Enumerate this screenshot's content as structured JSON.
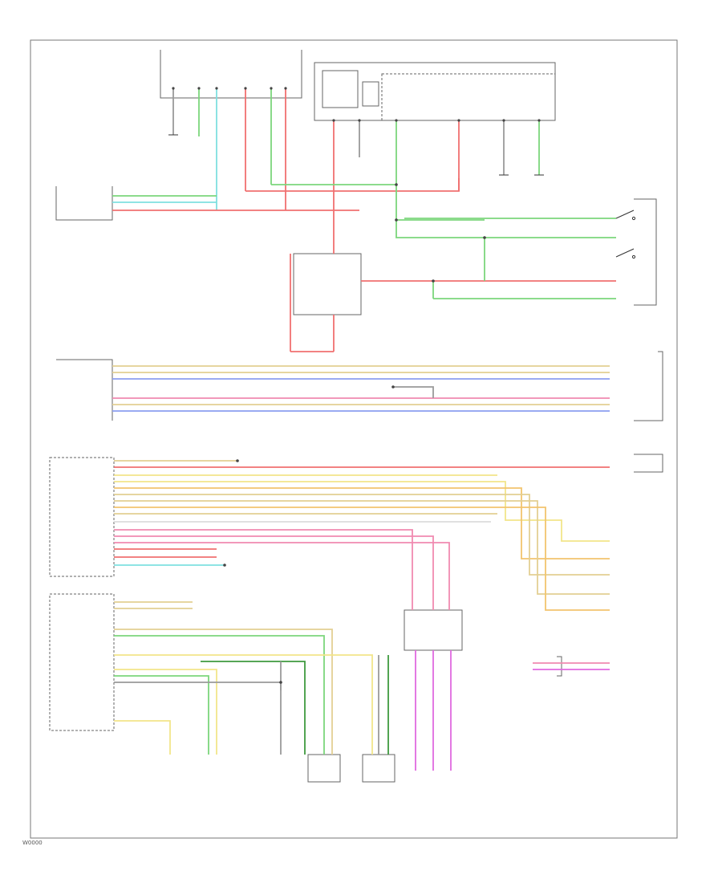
{
  "wire_colors": {
    "red": "#f07070",
    "pink": "#f08ab0",
    "green": "#7cd67c",
    "lightgreen": "#b6e6a6",
    "cyan": "#7fe0e0",
    "yellow": "#f2e58a",
    "orange": "#f2c46e",
    "tan": "#e3cf93",
    "blue": "#8c9ef0",
    "magenta": "#e06ae0",
    "darkgreen": "#3f9a3f",
    "gray": "#9a9a9a",
    "black": "#1f1f1f"
  },
  "icons": [
    "ground-symbol",
    "switch-symbol",
    "connector-pin"
  ],
  "figure_code": "W0000"
}
